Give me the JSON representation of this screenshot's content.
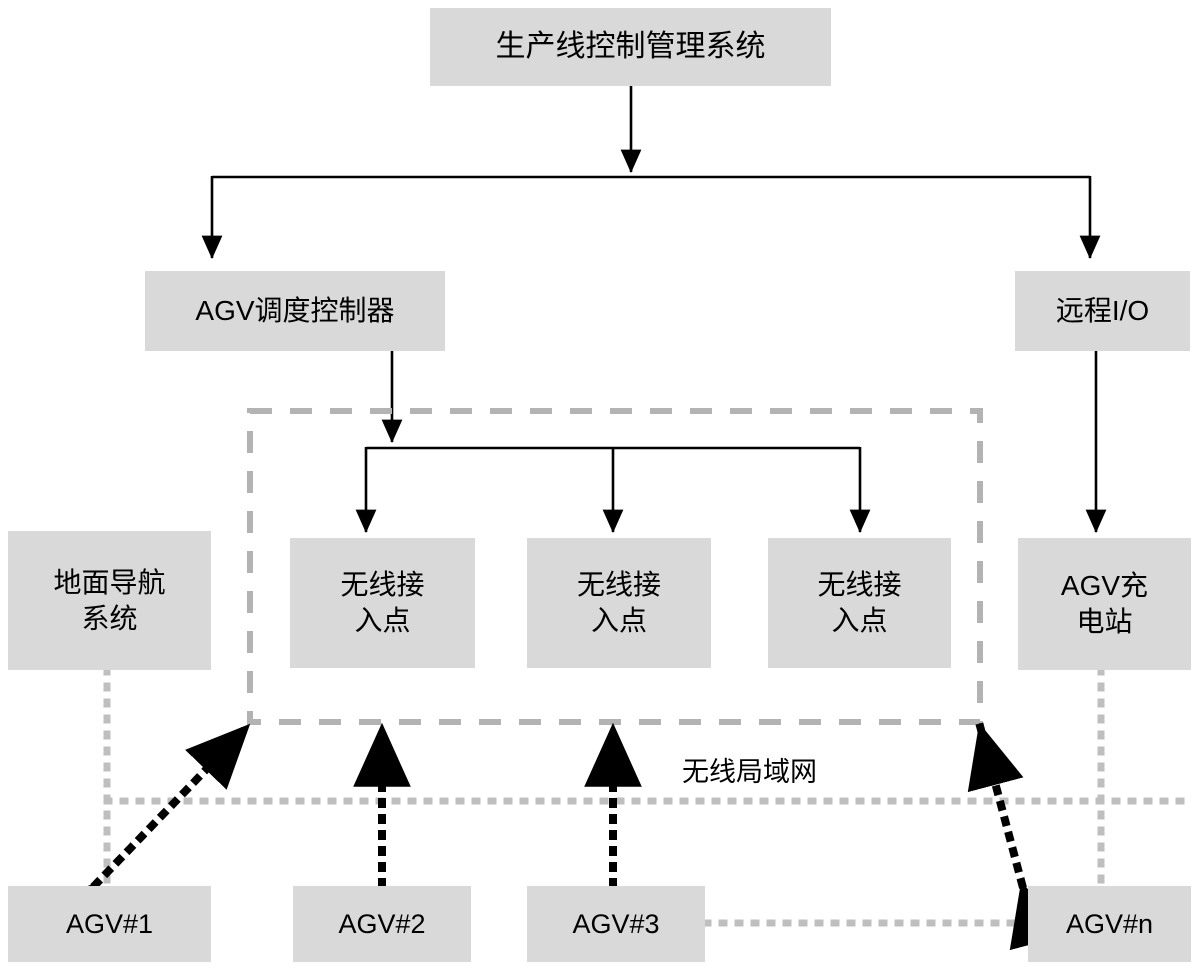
{
  "diagram": {
    "title_node": {
      "label": "生产线控制管理系统"
    },
    "level2": [
      {
        "id": "agv-scheduler",
        "label": "AGV调度控制器"
      },
      {
        "id": "remote-io",
        "label": "远程I/O"
      }
    ],
    "level3": [
      {
        "id": "ground-nav",
        "label": "地面导航\n系统"
      },
      {
        "id": "ap-1",
        "label": "无线接\n入点"
      },
      {
        "id": "ap-2",
        "label": "无线接\n入点"
      },
      {
        "id": "ap-3",
        "label": "无线接\n入点"
      },
      {
        "id": "charging-station",
        "label": "AGV充\n电站"
      }
    ],
    "wlan_zone": {
      "label": "无线局域网"
    },
    "agvs": [
      {
        "id": "agv-1",
        "label": "AGV#1"
      },
      {
        "id": "agv-2",
        "label": "AGV#2"
      },
      {
        "id": "agv-3",
        "label": "AGV#3"
      },
      {
        "id": "agv-n",
        "label": "AGV#n"
      }
    ],
    "colors": {
      "node_fill": "#d9d9d9",
      "wire": "#000000",
      "dashed_zone": "#b3b3b3",
      "dotted_gray": "#bfbfbf",
      "text": "#000000",
      "background": "#ffffff"
    }
  }
}
